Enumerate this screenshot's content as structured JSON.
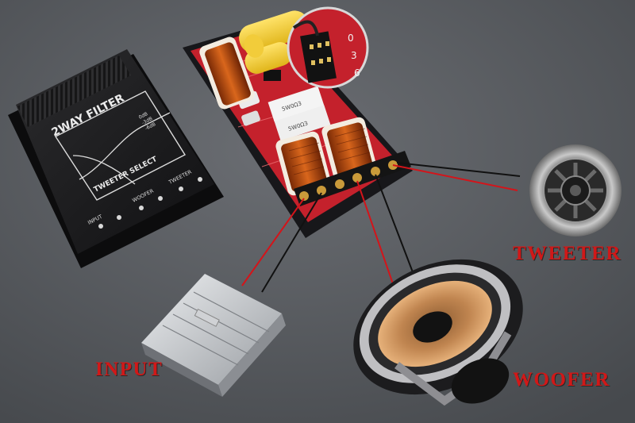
{
  "photo": {
    "labels": {
      "tweeter": "TWEETER",
      "input": "INPUT",
      "woofer": "WOOFER"
    },
    "cover": {
      "title": "2WAY FILTER",
      "level_options": [
        "0dB",
        "-3dB",
        "-6dB"
      ],
      "tweeter_select": "TWEETER SELECT",
      "terminal_labels": [
        "INPUT",
        "WOOFER",
        "TWEETER"
      ]
    },
    "board": {
      "capacitor_marks": [
        "5W0Ω3",
        "5W0Ω3"
      ],
      "level_digits": [
        "0",
        "3",
        "6"
      ]
    },
    "colors": {
      "label_red": "#d11818",
      "pcb_red": "#c4212c",
      "wire_red": "#d4141a",
      "wire_black": "#111111"
    }
  }
}
